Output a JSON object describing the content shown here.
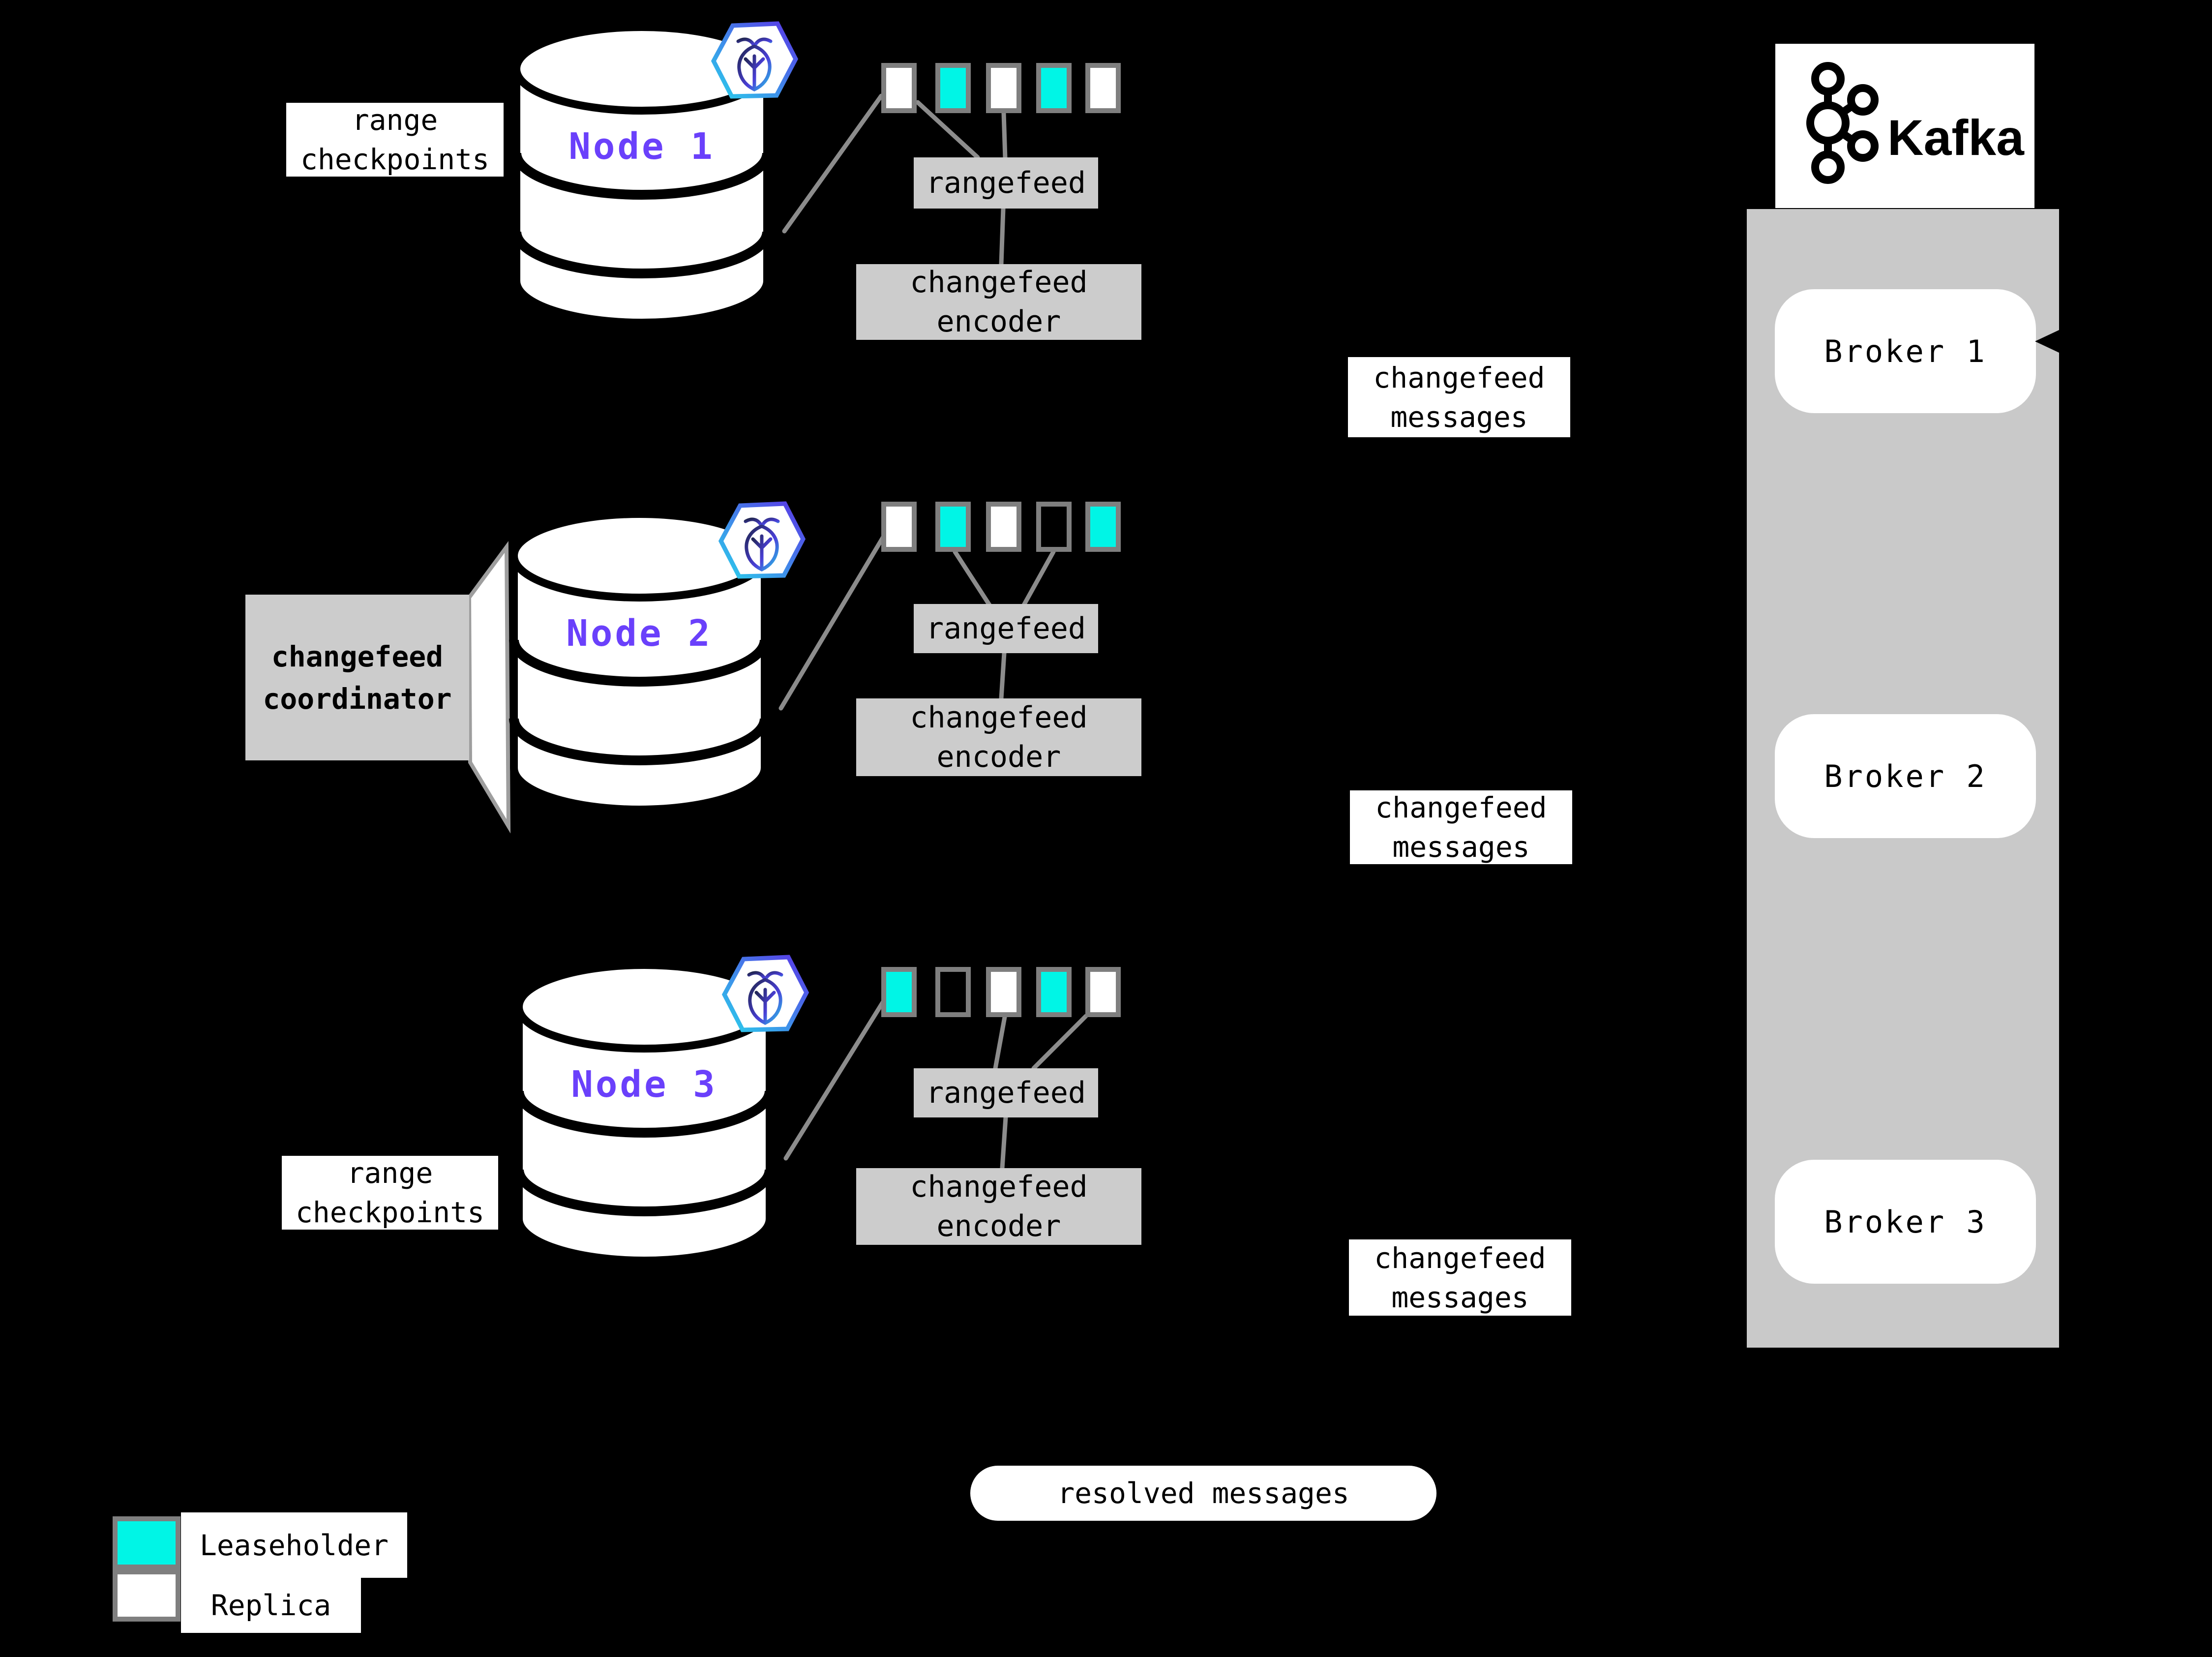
{
  "colors": {
    "background": "#000000",
    "leaseholder": "#00f5e6",
    "replica": "#ffffff",
    "label_box_gray": "#cccccc",
    "kafka_container_gray": "#c9c9c9",
    "connector_gray": "#8c8c8c",
    "square_border_gray": "#7f7f7f",
    "node_name_purple": "#6a40fb"
  },
  "nodes": [
    {
      "name": "Node 1",
      "side_label": "range\ncheckpoints",
      "rangefeed_label": "rangefeed",
      "encoder_label": "changefeed\nencoder",
      "messages_label": "changefeed\nmessages",
      "squares": [
        "sq sq-replica",
        "sq sq-leaseholder",
        "sq sq-replica",
        "sq sq-leaseholder",
        "sq sq-replica"
      ]
    },
    {
      "name": "Node 2",
      "side_label": "changefeed\ncoordinator",
      "rangefeed_label": "rangefeed",
      "encoder_label": "changefeed\nencoder",
      "messages_label": "changefeed\nmessages",
      "squares": [
        "sq sq-replica",
        "sq sq-leaseholder",
        "sq sq-replica",
        "sq sq-hollow",
        "sq sq-leaseholder"
      ]
    },
    {
      "name": "Node 3",
      "side_label": "range\ncheckpoints",
      "rangefeed_label": "rangefeed",
      "encoder_label": "changefeed\nencoder",
      "messages_label": "changefeed\nmessages",
      "squares": [
        "sq sq-leaseholder",
        "sq sq-hollow",
        "sq sq-replica",
        "sq sq-leaseholder",
        "sq sq-replica"
      ]
    }
  ],
  "kafka": {
    "brand": "Kafka",
    "brokers": [
      {
        "label": "Broker 1"
      },
      {
        "label": "Broker 2"
      },
      {
        "label": "Broker 3"
      }
    ]
  },
  "resolved_messages_label": "resolved messages",
  "legend": {
    "leaseholder_label": "Leaseholder",
    "replica_label": "Replica",
    "swatch_classes": [
      "sq sq-leaseholder",
      "sq sq-replica"
    ]
  }
}
